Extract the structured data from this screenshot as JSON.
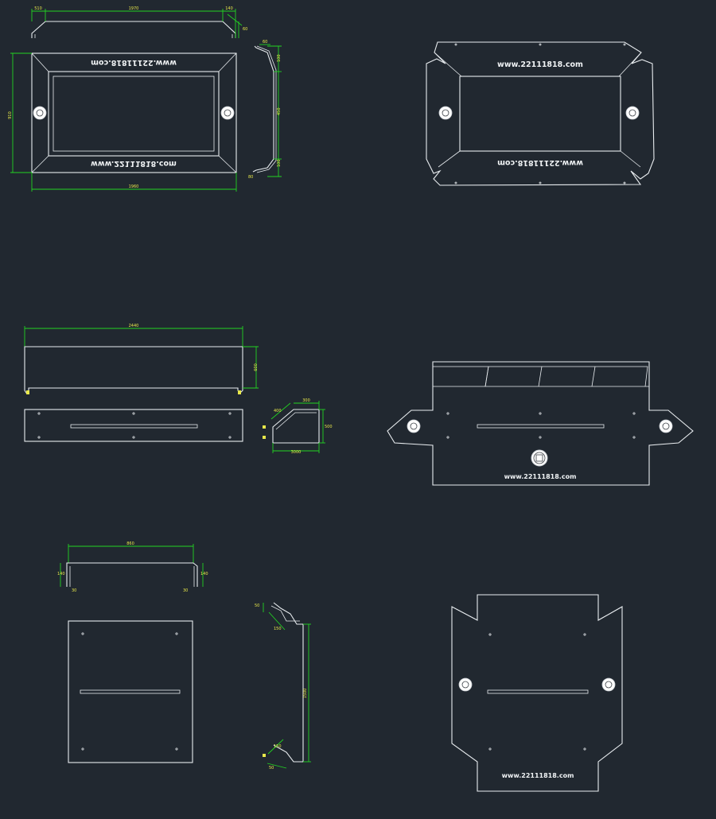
{
  "drawing": {
    "background": "#212830",
    "line_color": "#e8ecef",
    "dimension_color": "#22d322",
    "dimension_text_color": "#e8e84a"
  },
  "brand_text": "www.22111818.com",
  "dimensions": {
    "top_width": "1970",
    "top_left_end": "510",
    "top_bevel": "140",
    "front_height": "910",
    "front_width": "1960",
    "profile_top": "60",
    "profile_a": "100",
    "profile_mid": "450",
    "profile_c": "100",
    "profile_bottom": "80",
    "mid_width": "2440",
    "mid_height": "600",
    "bracket_top": "300",
    "bracket_side": "400",
    "bracket_height": "500",
    "bracket_base": "3000",
    "lower_width": "860",
    "lower_left": "140",
    "lower_right": "140",
    "lower_foot_l": "30",
    "lower_foot_r": "30",
    "side_top": "50",
    "side_a": "150",
    "side_length": "1500",
    "side_b": "150",
    "side_bottom": "50"
  }
}
